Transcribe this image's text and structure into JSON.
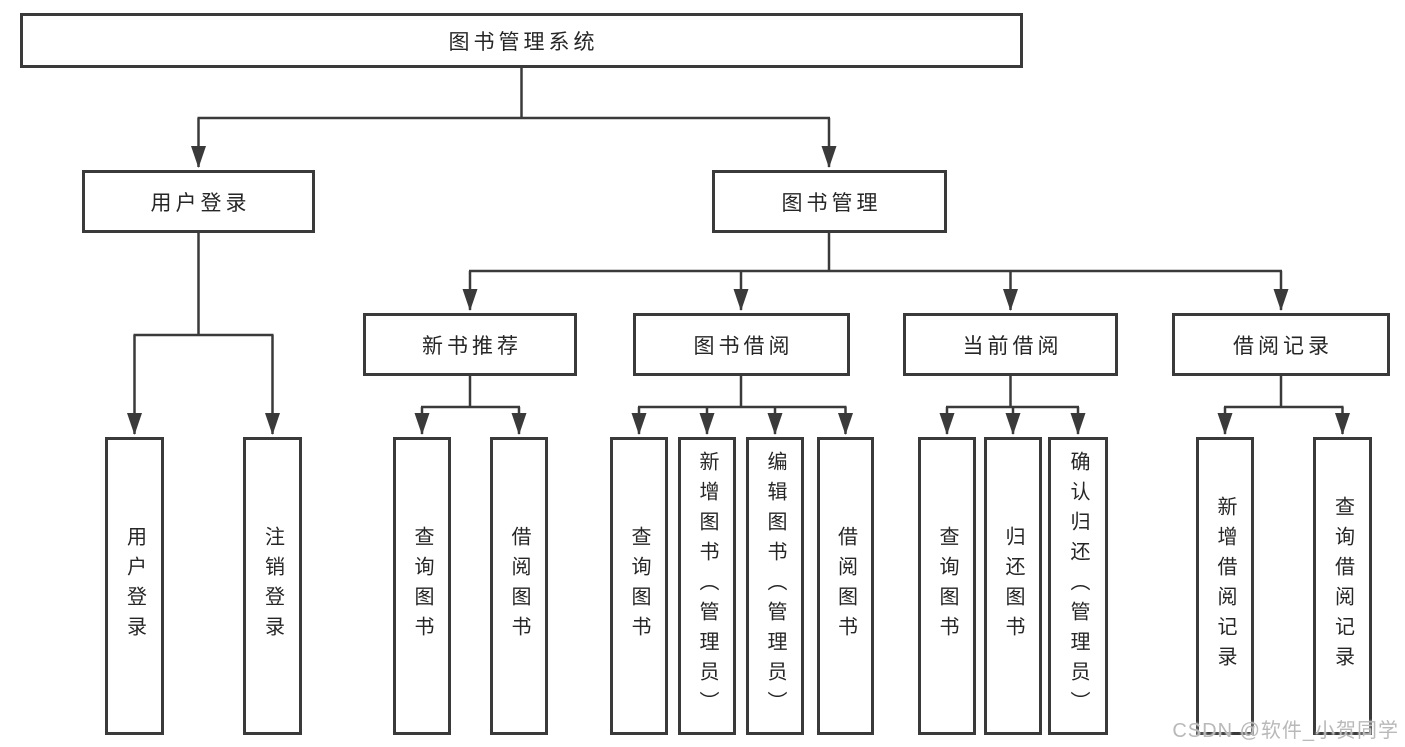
{
  "tree": {
    "root": {
      "label": "图书管理系统",
      "children": [
        {
          "label": "用户登录",
          "children": [
            {
              "label": "用户登录"
            },
            {
              "label": "注销登录"
            }
          ]
        },
        {
          "label": "图书管理",
          "children": [
            {
              "label": "新书推荐",
              "children": [
                {
                  "label": "查询图书"
                },
                {
                  "label": "借阅图书"
                }
              ]
            },
            {
              "label": "图书借阅",
              "children": [
                {
                  "label": "查询图书"
                },
                {
                  "label": "新增图书（管理员）"
                },
                {
                  "label": "编辑图书（管理员）"
                },
                {
                  "label": "借阅图书"
                }
              ]
            },
            {
              "label": "当前借阅",
              "children": [
                {
                  "label": "查询图书"
                },
                {
                  "label": "归还图书"
                },
                {
                  "label": "确认归还（管理员）"
                }
              ]
            },
            {
              "label": "借阅记录",
              "children": [
                {
                  "label": "新增借阅记录"
                },
                {
                  "label": "查询借阅记录"
                }
              ]
            }
          ]
        }
      ]
    }
  },
  "watermark": {
    "text": "CSDN @软件_小贺同学"
  },
  "colors": {
    "line": "#3a3a3a",
    "box_border": "#3a3a3a",
    "box_fill": "#ffffff",
    "text": "#262626",
    "watermark": "#b9b9b9",
    "background": "#ffffff"
  }
}
